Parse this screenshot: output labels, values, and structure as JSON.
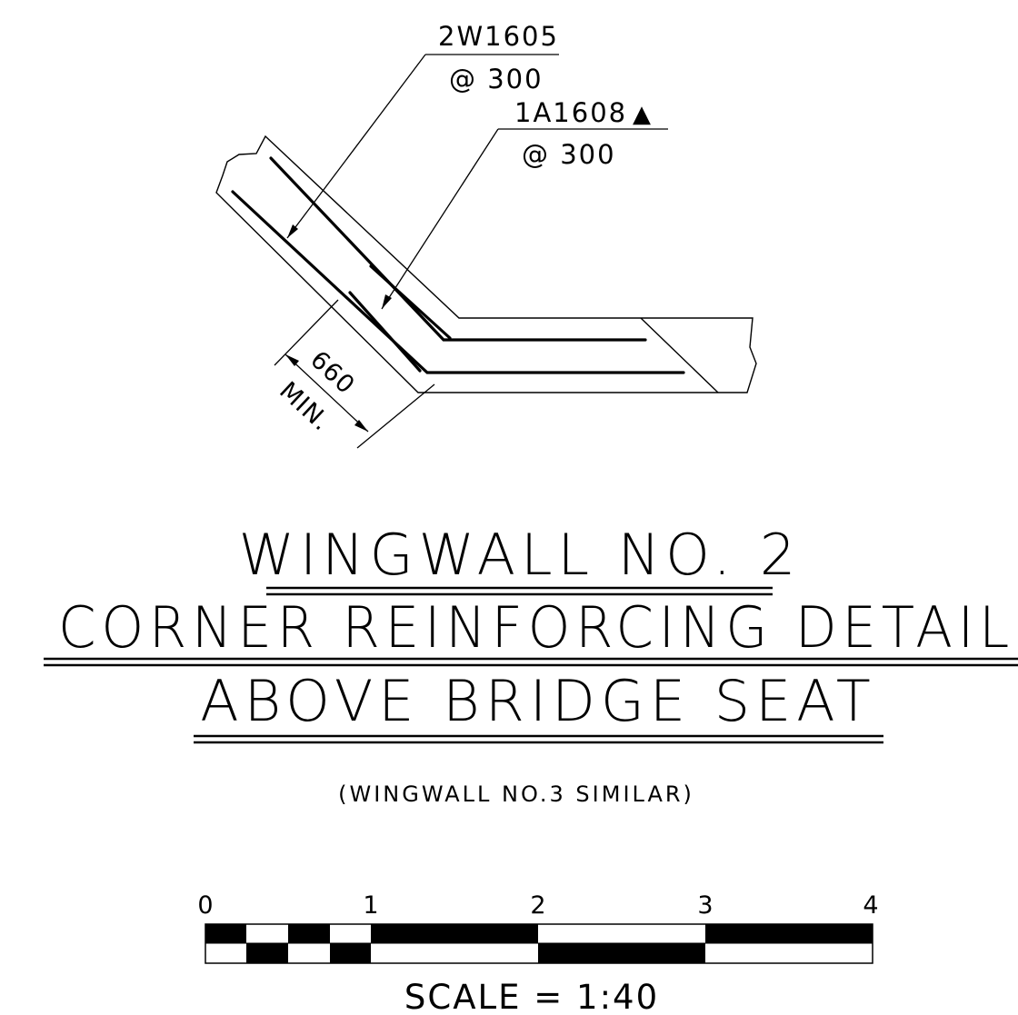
{
  "callouts": {
    "top": {
      "mark": "2W1605",
      "spacing": "@ 300"
    },
    "second": {
      "mark": "1A1608",
      "symbol": "▲",
      "spacing": "@ 300"
    }
  },
  "dimension": {
    "value": "660",
    "qualifier": "MIN."
  },
  "title": {
    "line1": "WINGWALL NO. 2",
    "line2": "CORNER REINFORCING DETAIL",
    "line3": "ABOVE BRIDGE SEAT"
  },
  "note": "(WINGWALL NO.3 SIMILAR)",
  "scale_bar": {
    "ticks": [
      "0",
      "1",
      "2",
      "3",
      "4"
    ],
    "caption": "SCALE = 1:40"
  },
  "colors": {
    "ink": "#000000",
    "paper": "#ffffff"
  }
}
